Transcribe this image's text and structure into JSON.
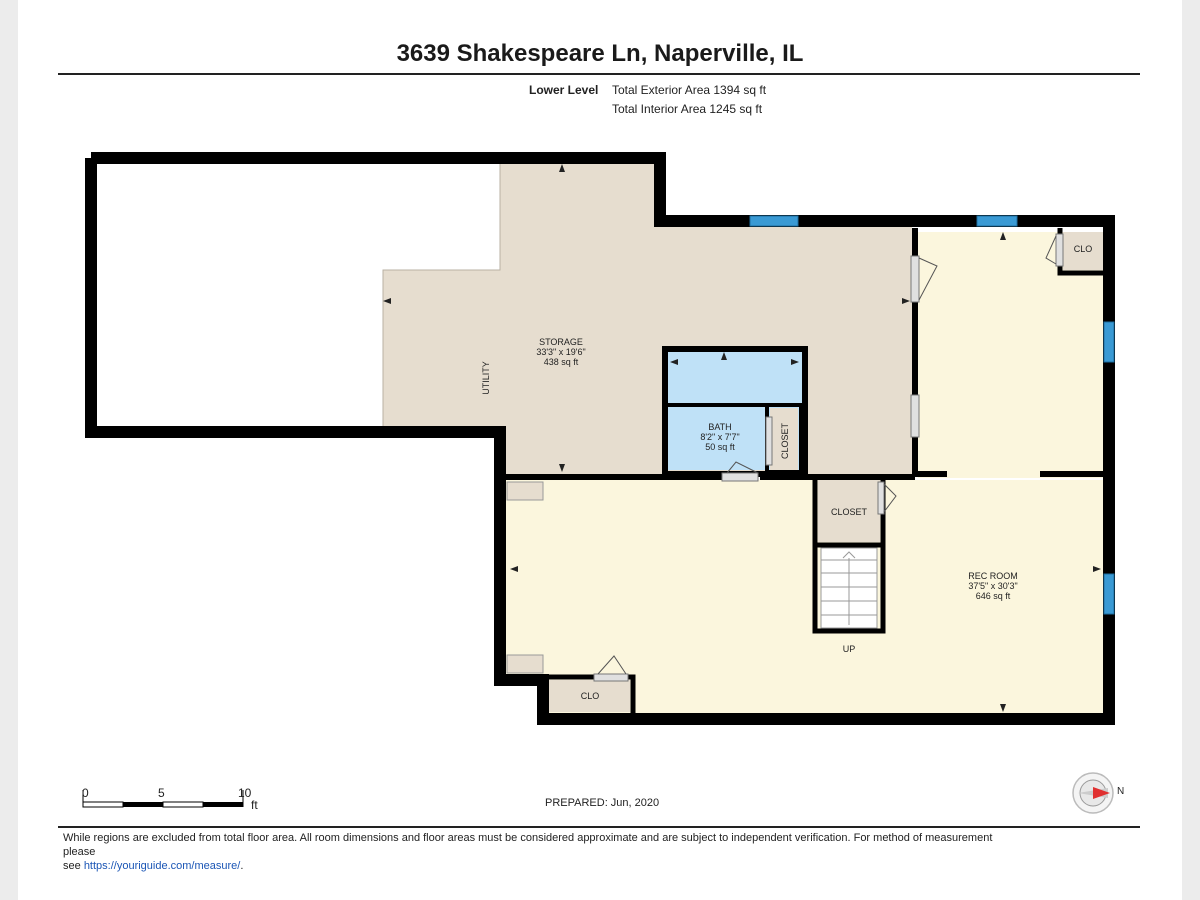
{
  "header": {
    "address": "3639 Shakespeare Ln, Naperville, IL",
    "level_name": "Lower Level",
    "exterior_area": "Total Exterior Area 1394 sq ft",
    "interior_area": "Total Interior Area 1245 sq ft"
  },
  "rooms": {
    "storage": {
      "name": "STORAGE",
      "dims": "33'3\" x 19'6\"",
      "area": "438 sq ft"
    },
    "utility": {
      "name": "UTILITY"
    },
    "bath": {
      "name": "BATH",
      "dims": "8'2\" x 7'7\"",
      "area": "50 sq ft"
    },
    "bath_closet": {
      "name": "CLOSET"
    },
    "stair_closet": {
      "name": "CLOSET"
    },
    "rec_room": {
      "name": "REC ROOM",
      "dims": "37'5\" x 30'3\"",
      "area": "646 sq ft"
    },
    "clo_top_right": {
      "name": "CLO"
    },
    "clo_bottom": {
      "name": "CLO"
    },
    "stairs": {
      "label": "UP"
    }
  },
  "scale": {
    "ticks": [
      "0",
      "5",
      "10"
    ],
    "unit": "ft"
  },
  "compass": {
    "label": "N"
  },
  "prepared": "PREPARED: Jun, 2020",
  "footer": {
    "disclaimer": "While regions are excluded from total floor area. All room dimensions and floor areas must be considered approximate and are subject to independent verification. For method of measurement please",
    "see": "see",
    "link": "https://youriguide.com/measure/",
    "end": "."
  },
  "colors": {
    "wall": "#000000",
    "storage_fill": "#e6ddcf",
    "bath_fill": "#bfe1f7",
    "rec_fill": "#fbf6dd",
    "closet_fill": "#e6ddcf",
    "window": "#3a9ad4"
  }
}
